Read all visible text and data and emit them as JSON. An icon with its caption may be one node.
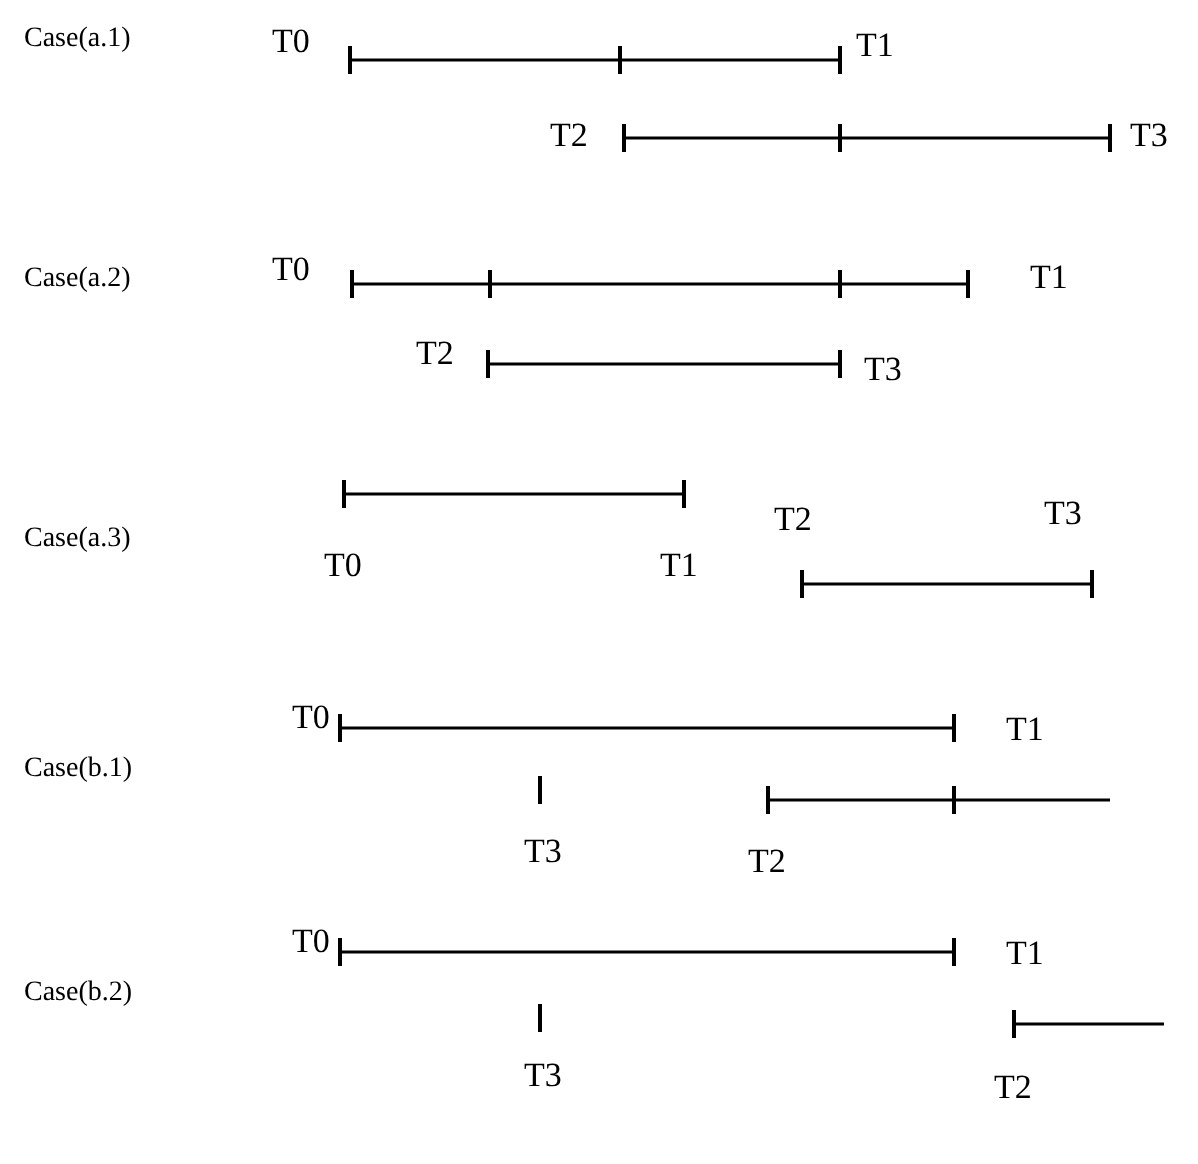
{
  "diagram": {
    "labels": [
      "Case(a.1)",
      "T0",
      "T1",
      "T2",
      "T3",
      "Case(a.2)",
      "T0",
      "T1",
      "T2",
      "T3",
      "Case(a.3)",
      "T2",
      "T3",
      "T0",
      "T1",
      "Case(b.1)",
      "T0",
      "T1",
      "T3",
      "T2",
      "Case(b.2)",
      "T0",
      "T1",
      "T3",
      "T2"
    ]
  }
}
